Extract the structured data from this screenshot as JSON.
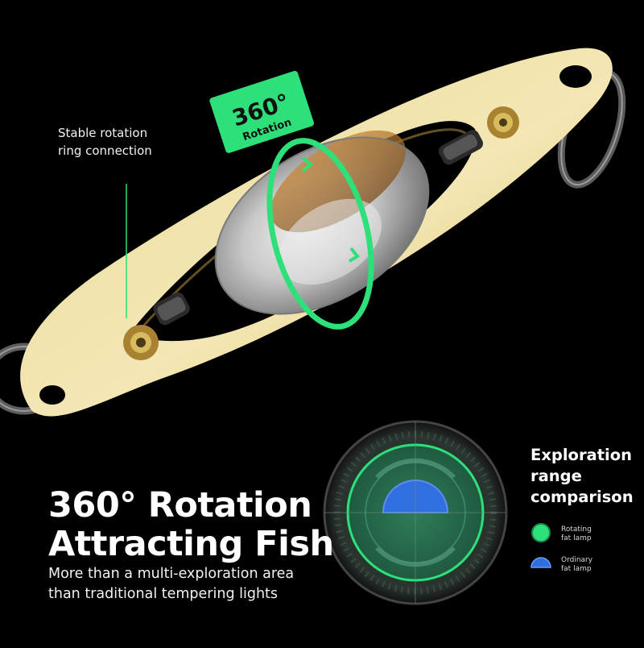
{
  "badge": {
    "degrees": "360°",
    "label": "Rotation"
  },
  "callout": {
    "line1": "Stable rotation",
    "line2": "ring connection"
  },
  "headline": {
    "line1": "360° Rotation",
    "line2": "Attracting Fish"
  },
  "subheadline": {
    "line1": "More than a multi-exploration area",
    "line2": "than traditional tempering lights"
  },
  "legend": {
    "title_line1": "Exploration",
    "title_line2": "range",
    "title_line3": "comparison",
    "items": [
      {
        "label_line1": "Rotating",
        "label_line2": "fat lamp",
        "color": "#2ee07a",
        "shape": "circle"
      },
      {
        "label_line1": "Ordinary",
        "label_line2": "fat lamp",
        "color": "#2f6fe0",
        "shape": "semicircle"
      }
    ]
  },
  "colors": {
    "accent_green": "#2ee07a",
    "ordinary_blue": "#2f6fe0",
    "background": "#000000",
    "lure_gold": "#e8d79a"
  }
}
